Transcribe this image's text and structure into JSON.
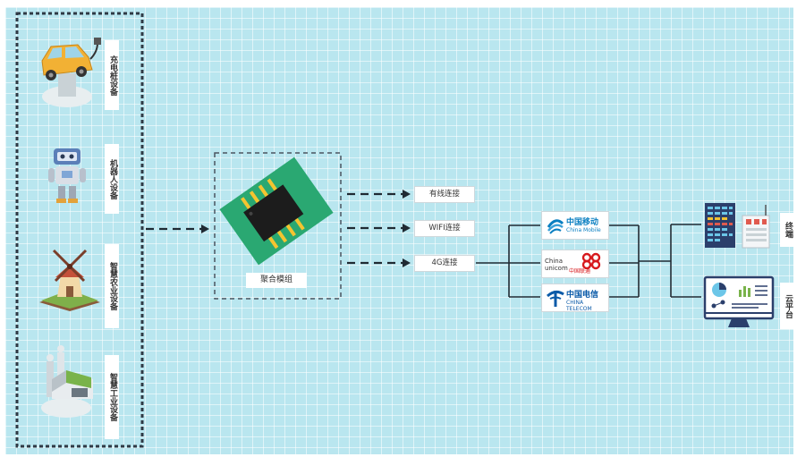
{
  "devices": [
    {
      "label": "充电桩设备",
      "icon": "car-charging-icon"
    },
    {
      "label": "机器人设备",
      "icon": "robot-icon"
    },
    {
      "label": "智慧农业设备",
      "icon": "windmill-farm-icon"
    },
    {
      "label": "智慧工业设备",
      "icon": "factory-icon"
    }
  ],
  "module": {
    "label": "聚合模组",
    "icon": "chip-icon"
  },
  "connections": [
    {
      "label": "有线连接"
    },
    {
      "label": "WIFI连接"
    },
    {
      "label": "4G连接"
    }
  ],
  "carriers": [
    {
      "name_cn": "中国移动",
      "name_en": "China Mobile",
      "color": "#0a7fc1",
      "icon": "china-mobile-logo-icon"
    },
    {
      "name_cn": "中国联通",
      "name_en": "China unicom",
      "color": "#d7191d",
      "icon": "china-unicom-logo-icon"
    },
    {
      "name_cn": "中国电信",
      "name_en": "CHINA TELECOM",
      "color": "#0a5aa8",
      "icon": "china-telecom-logo-icon"
    }
  ],
  "outputs": [
    {
      "label": "终端",
      "icon": "terminal-server-icon"
    },
    {
      "label": "云平台",
      "icon": "cloud-dashboard-icon"
    }
  ],
  "colors": {
    "background": "#b9e6ef",
    "line": "#1f2a33",
    "chip_board": "#2aa872",
    "chip_core": "#1c1c1c",
    "chip_pins": "#f4c430"
  }
}
